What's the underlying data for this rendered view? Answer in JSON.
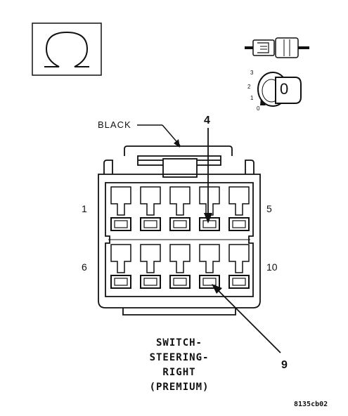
{
  "connector": {
    "color_label": "BLACK",
    "pins_top_left": "1",
    "pins_top_right": "5",
    "pins_bottom_left": "6",
    "pins_bottom_right": "10"
  },
  "callouts": {
    "upper": "4",
    "lower": "9"
  },
  "title_lines": [
    "SWITCH-",
    "STEERING-",
    "RIGHT",
    "(PREMIUM)"
  ],
  "figure_code": "8135cb02",
  "ignition_key": {
    "positions": [
      "3",
      "2",
      "1",
      "0"
    ],
    "key_label": "0"
  },
  "icons": {
    "top_left": "ground-symbol-icon",
    "top_right": "connector-plug-icon"
  }
}
